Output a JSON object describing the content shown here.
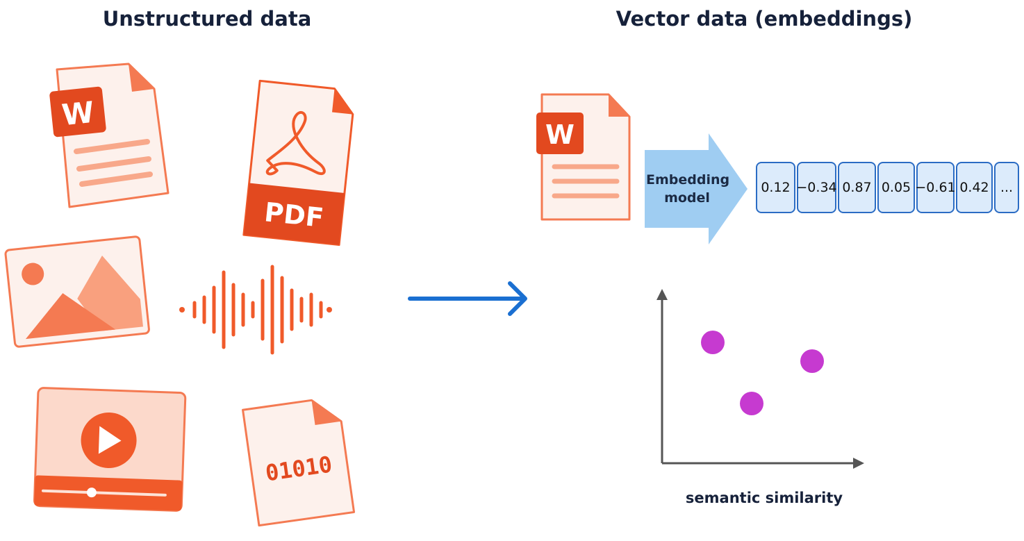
{
  "headings": {
    "left": "Unstructured data",
    "right": "Vector data (embeddings)"
  },
  "icons": {
    "word_letter": "W",
    "pdf_label": "PDF",
    "binary_text": "01010"
  },
  "embedding": {
    "model_label_line1": "Embedding",
    "model_label_line2": "model",
    "vector_values": [
      "0.12",
      "−0.34",
      "0.87",
      "0.05",
      "−0.61",
      "0.42",
      "..."
    ]
  },
  "plot": {
    "xlabel": "semantic similarity"
  },
  "colors": {
    "accent_orange": "#f05a2a",
    "light_orange": "#fde9e1",
    "mid_orange": "#f47a52",
    "arrow_blue": "#1a6fd1",
    "model_blue": "#9fcdf2",
    "dot_magenta": "#c63ad0"
  }
}
